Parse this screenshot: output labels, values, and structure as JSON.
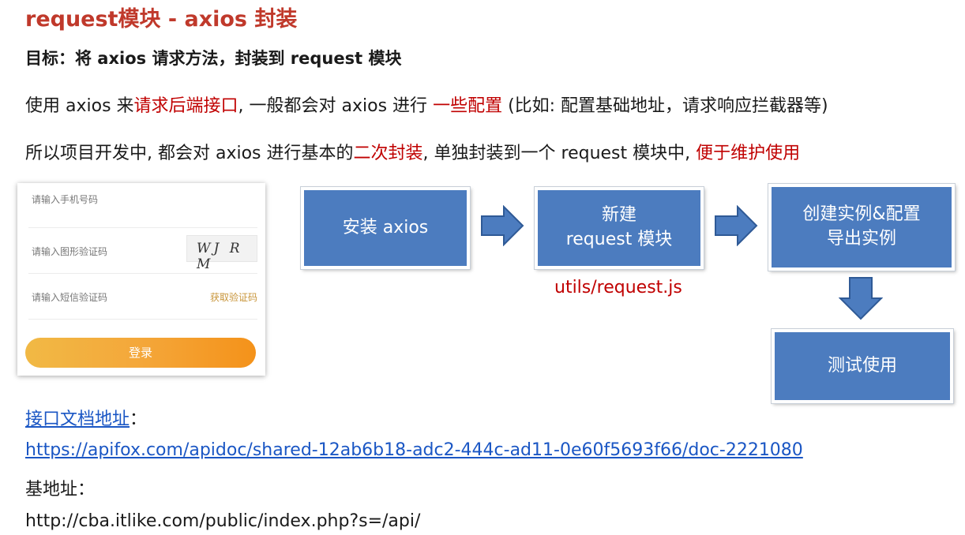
{
  "title": "request模块 - axios 封装",
  "goal": "目标：将 axios 请求方法，封装到 request 模块",
  "para1": {
    "p1": "使用 axios 来",
    "r1": "请求后端接口",
    "p2": ", 一般都会对 axios 进行 ",
    "r2": "一些配置",
    "p3": " (比如: 配置基础地址，请求响应拦截器等)"
  },
  "para2": {
    "p1": "所以项目开发中, 都会对 axios 进行基本的",
    "r1": "二次封装",
    "p2": ", 单独封装到一个 request 模块中, ",
    "r2": "便于维护使用"
  },
  "phone": {
    "phone_placeholder": "请输入手机号码",
    "captcha_placeholder": "请输入图形验证码",
    "captcha_text": "WJ R M",
    "sms_placeholder": "请输入短信验证码",
    "sms_button": "获取验证码",
    "login_button": "登录"
  },
  "flow": {
    "step1": "安装 axios",
    "step2_line1": "新建",
    "step2_line2": "request 模块",
    "step2_path": "utils/request.js",
    "step3_line1": "创建实例&配置",
    "step3_line2": "导出实例",
    "step4": "测试使用"
  },
  "links": {
    "doc_label": "接口文档地址",
    "doc_colon": "：",
    "doc_url": "https://apifox.com/apidoc/shared-12ab6b18-adc2-444c-ad11-0e60f5693f66/doc-2221080",
    "base_label": "基地址：",
    "base_url": "http://cba.itlike.com/public/index.php?s=/api/"
  },
  "colors": {
    "accent_red": "#c00000",
    "box_blue": "#4c7cbf",
    "link_blue": "#1a56c4"
  }
}
